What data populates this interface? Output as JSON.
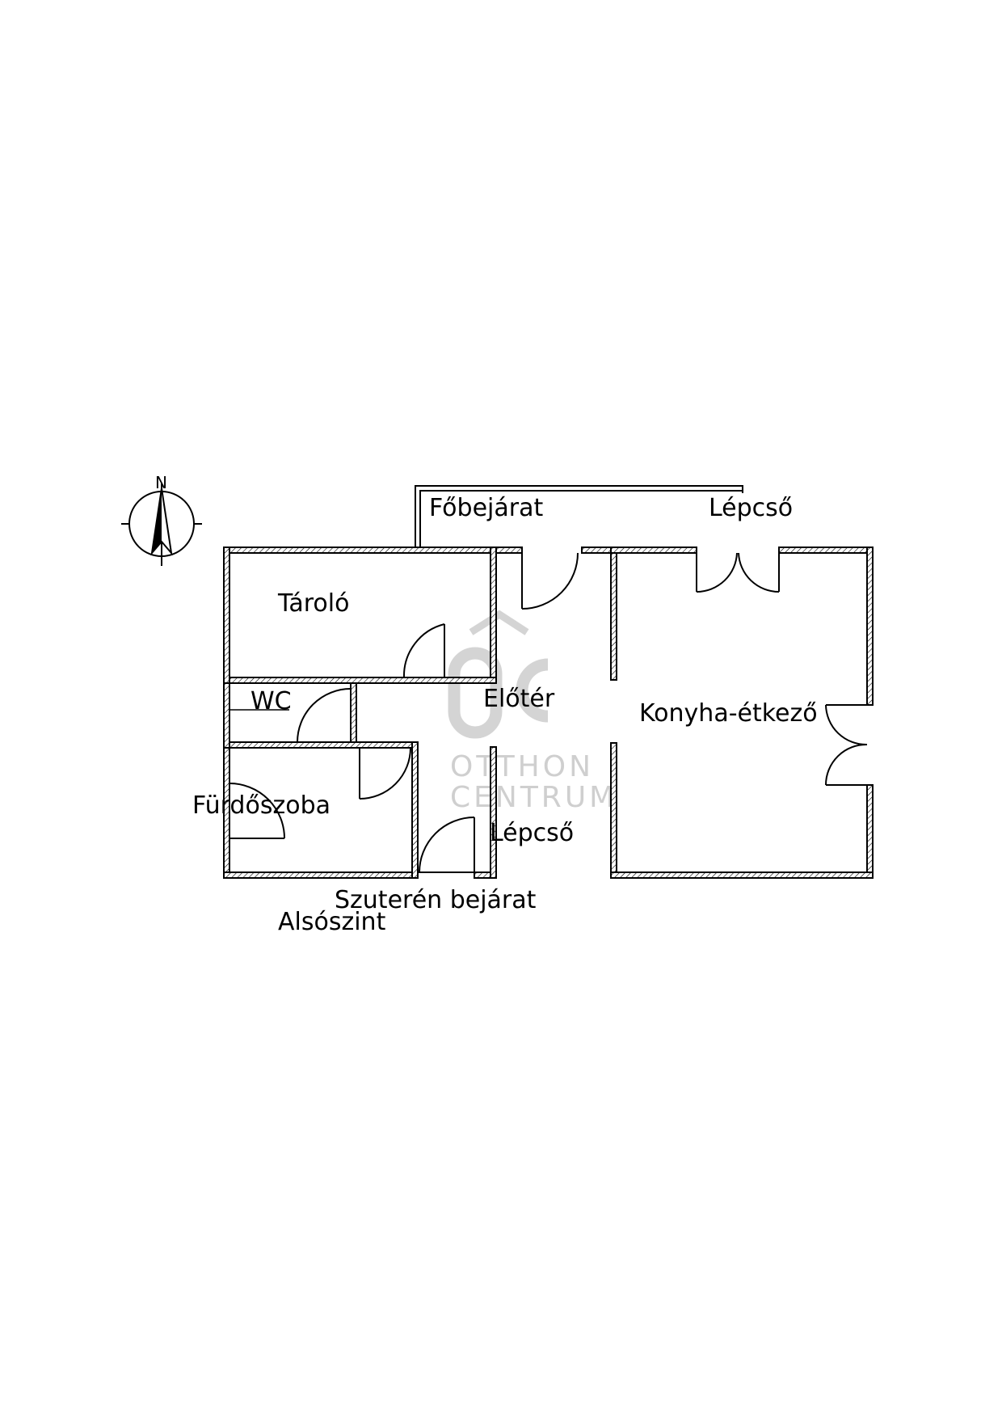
{
  "plan": {
    "rooms": {
      "storage": "Tároló",
      "wc": "WC",
      "bathroom": "Fürdőszoba",
      "hall": "Előtér",
      "kitchen": "Konyha-étkező"
    },
    "labels": {
      "main_entrance": "Főbejárat",
      "stairs_top": "Lépcső",
      "stairs_hall": "Lépcső",
      "basement_entrance": "Szuterén bejárat",
      "level": "Alsószint"
    },
    "compass": {
      "north": "N"
    },
    "watermark": {
      "line1": "OTTHON",
      "line2": "CENTRUM",
      "logo_text": "OC"
    }
  }
}
